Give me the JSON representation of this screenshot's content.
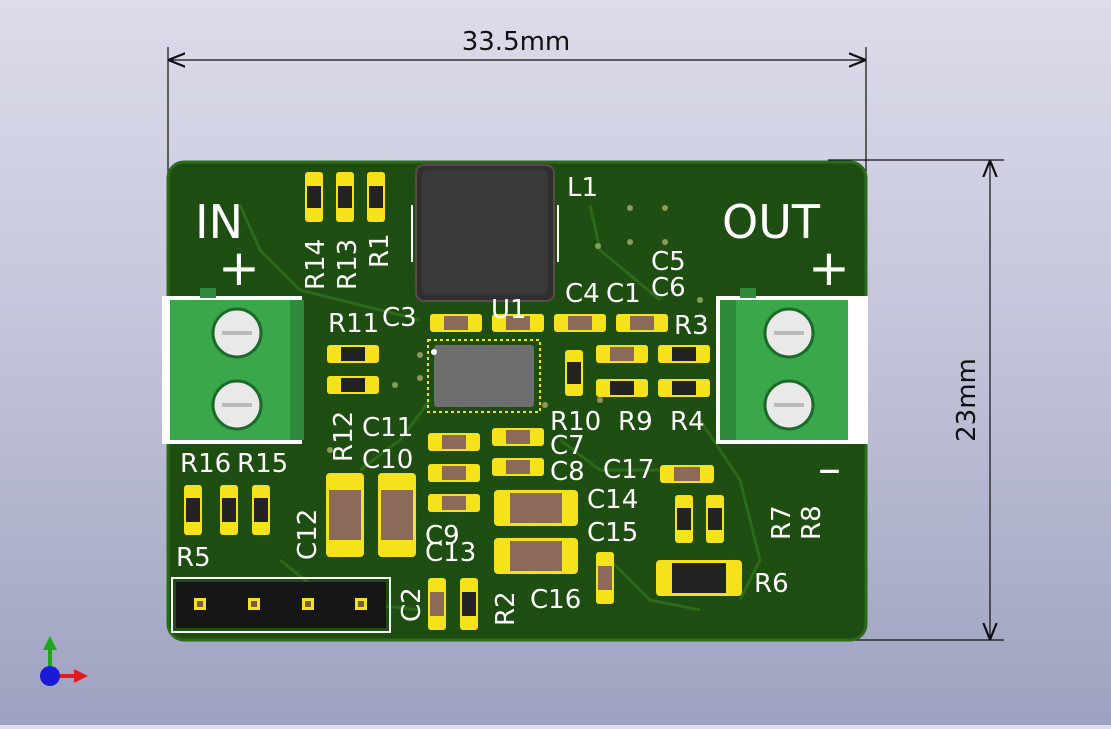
{
  "dimensions": {
    "width": "33.5mm",
    "height": "23mm"
  },
  "board": {
    "labels": {
      "in": "IN",
      "out": "OUT",
      "in_plus": "+",
      "out_plus": "+",
      "out_minus": "–"
    },
    "refdes": {
      "L1": "L1",
      "C5": "C5",
      "C4": "C4",
      "C1": "C1",
      "C6": "C6",
      "C3": "C3",
      "U1": "U1",
      "R14": "R14",
      "R13": "R13",
      "R1": "R1",
      "R11": "R11",
      "R3": "R3",
      "R12": "R12",
      "C11": "C11",
      "C10": "C10",
      "R10": "R10",
      "R9": "R9",
      "R4": "R4",
      "C7": "C7",
      "C8": "C8",
      "C17": "C17",
      "C14": "C14",
      "C15": "C15",
      "R16": "R16",
      "R15": "R15",
      "C12": "C12",
      "C9": "C9",
      "C13": "C13",
      "R7": "R7",
      "R8": "R8",
      "R5": "R5",
      "C2": "C2",
      "R2": "R2",
      "C16": "C16",
      "R6": "R6"
    }
  },
  "colors": {
    "pcb": "#1e4d12",
    "pcb_edge": "#2c6b1a",
    "silkscreen": "#ffffff",
    "pad": "#f5e21a",
    "terminal": "#3aa84a",
    "axis_x": "#e11b1b",
    "axis_y": "#1ba81b",
    "axis_z": "#1b1bd6"
  },
  "axes_icon": "xyz-axes-icon"
}
